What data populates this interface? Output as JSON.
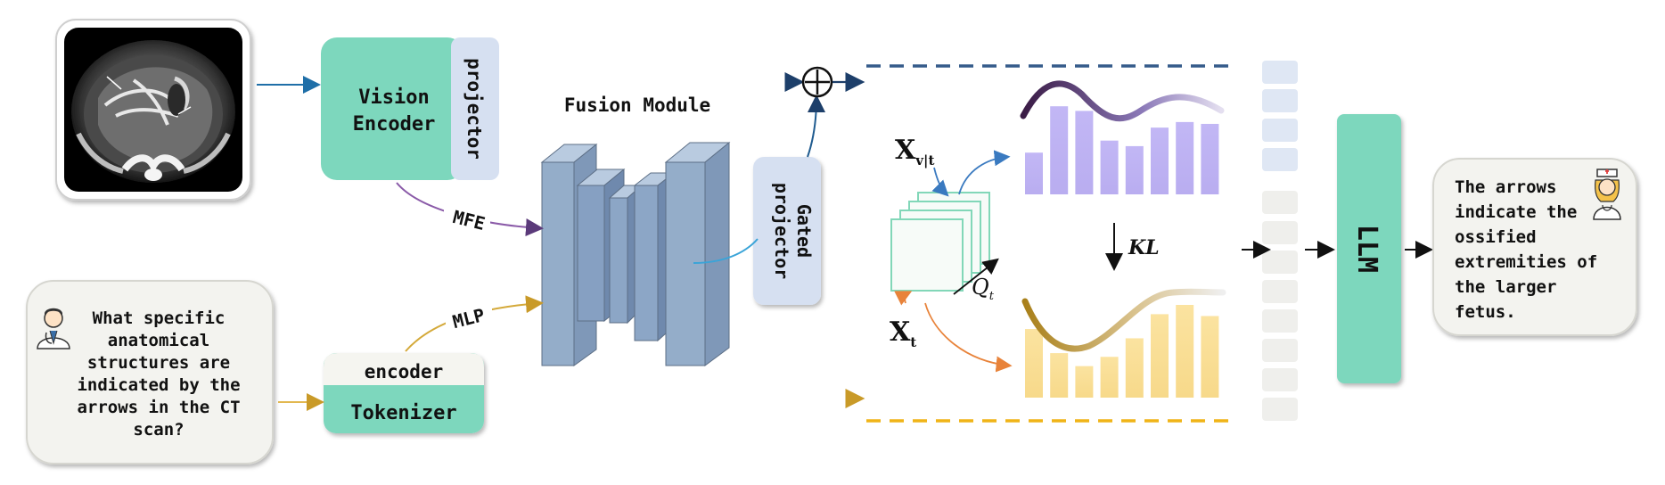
{
  "labels": {
    "vision_encoder": [
      "Vision",
      "Encoder"
    ],
    "projector": "projector",
    "fusion_module": "Fusion Module",
    "gated_projector": [
      "Gated",
      "projector"
    ],
    "mfe": "MFE",
    "mlp": "MLP",
    "encoder": "encoder",
    "tokenizer": "Tokenizer",
    "llm": "LLM",
    "x_vt": "X",
    "x_vt_sub": "v|t",
    "x_t": "X",
    "x_t_sub": "t",
    "q_t": "Q",
    "q_t_sub": "t",
    "kl": "KL"
  },
  "question": {
    "lines": [
      "What specific",
      "anatomical",
      "structures are",
      "indicated by the",
      "arrows in the CT",
      "scan?"
    ]
  },
  "answer": {
    "lines": [
      "The arrows",
      "indicate the",
      "ossified",
      "extremities of",
      "the larger",
      "fetus."
    ]
  },
  "distributions": {
    "visual_bars": [
      0.45,
      0.95,
      0.9,
      0.58,
      0.52,
      0.72,
      0.78,
      0.76
    ],
    "text_bars": [
      0.74,
      0.48,
      0.34,
      0.44,
      0.64,
      0.9,
      1.0,
      0.88
    ]
  },
  "colors": {
    "teal": "#7dd7bd",
    "projector_blue": "#d6e0f1",
    "fusion_blue": "#8ea8c7",
    "visual_bar": "#c5bcf6",
    "text_bar": "#f9df95",
    "arrow_blue": "#1f6fa8",
    "arrow_gold": "#d4a939",
    "dashed_blue": "#355b8a",
    "dashed_gold": "#f0b417"
  },
  "icons": {
    "ct_scan": "ct-scan-image",
    "question_user": "doctor-icon",
    "answer_user": "nurse-icon",
    "merge": "add-circle-icon"
  }
}
